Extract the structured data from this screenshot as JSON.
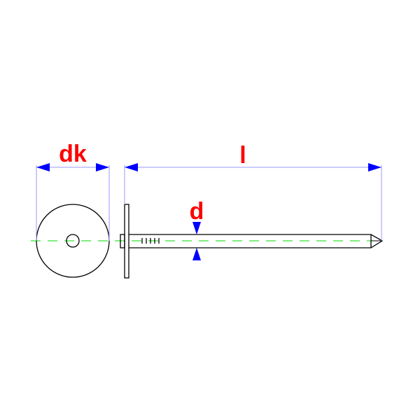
{
  "labels": {
    "head_diameter": "dk",
    "length": "l",
    "shank_diameter": "d"
  },
  "colors": {
    "outline": "#000000",
    "dimension_line": "#9999ff",
    "arrow": "#0000ff",
    "label": "#ff0000",
    "centerline": "#00dd00"
  }
}
